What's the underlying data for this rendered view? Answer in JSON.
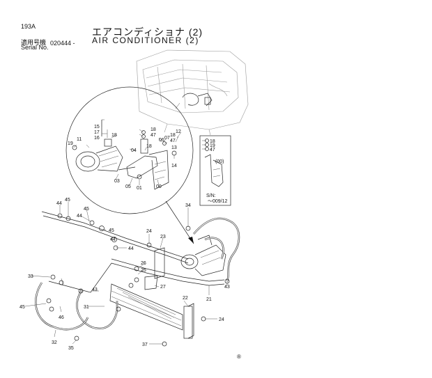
{
  "page_code": "193A",
  "applicable_label": "適用号機",
  "serial_label": "Serial No.",
  "serial_value": "020444 -",
  "title_jp": "エアコンディショナ (2)",
  "title_en": "AIR CONDITIONER (2)",
  "inset": {
    "sn_label": "S/N:",
    "sn_value": "～009/12"
  },
  "callouts": [
    {
      "id": "c15",
      "text": "15"
    },
    {
      "id": "c17",
      "text": "17"
    },
    {
      "id": "c16",
      "text": "16"
    },
    {
      "id": "c18a",
      "text": "18"
    },
    {
      "id": "c19",
      "text": "19"
    },
    {
      "id": "c11",
      "text": "11"
    },
    {
      "id": "c18b",
      "text": "18"
    },
    {
      "id": "c47a",
      "text": "47"
    },
    {
      "id": "c18c",
      "text": "18"
    },
    {
      "id": "c47b",
      "text": "47"
    },
    {
      "id": "c12",
      "text": "12"
    },
    {
      "id": "c13",
      "text": "13"
    },
    {
      "id": "c07",
      "text": "07"
    },
    {
      "id": "c06",
      "text": "06"
    },
    {
      "id": "c04",
      "text": "04"
    },
    {
      "id": "c18d",
      "text": "18"
    },
    {
      "id": "c14",
      "text": "14"
    },
    {
      "id": "c03",
      "text": "03"
    },
    {
      "id": "c05",
      "text": "05"
    },
    {
      "id": "c01",
      "text": "01"
    },
    {
      "id": "c00",
      "text": "00"
    },
    {
      "id": "i18a",
      "text": "18"
    },
    {
      "id": "i19",
      "text": "19"
    },
    {
      "id": "i47",
      "text": "47"
    },
    {
      "id": "i00",
      "text": "(00)"
    },
    {
      "id": "c44a",
      "text": "44"
    },
    {
      "id": "c45a",
      "text": "45"
    },
    {
      "id": "c44b",
      "text": "44"
    },
    {
      "id": "c45b",
      "text": "45"
    },
    {
      "id": "c45c",
      "text": "45"
    },
    {
      "id": "c44c",
      "text": "44"
    },
    {
      "id": "c44d",
      "text": "44"
    },
    {
      "id": "c24a",
      "text": "24"
    },
    {
      "id": "c23",
      "text": "23"
    },
    {
      "id": "c34",
      "text": "34"
    },
    {
      "id": "c26",
      "text": "26"
    },
    {
      "id": "c25",
      "text": "25"
    },
    {
      "id": "c27",
      "text": "27"
    },
    {
      "id": "c43a",
      "text": "43"
    },
    {
      "id": "c43b",
      "text": "43"
    },
    {
      "id": "c21",
      "text": "21"
    },
    {
      "id": "c33",
      "text": "33"
    },
    {
      "id": "c45d",
      "text": "45"
    },
    {
      "id": "c46",
      "text": "46"
    },
    {
      "id": "c31",
      "text": "31"
    },
    {
      "id": "c22",
      "text": "22"
    },
    {
      "id": "c24b",
      "text": "24"
    },
    {
      "id": "c32",
      "text": "32"
    },
    {
      "id": "c35",
      "text": "35"
    },
    {
      "id": "c37",
      "text": "37"
    }
  ],
  "registered_mark": "®"
}
